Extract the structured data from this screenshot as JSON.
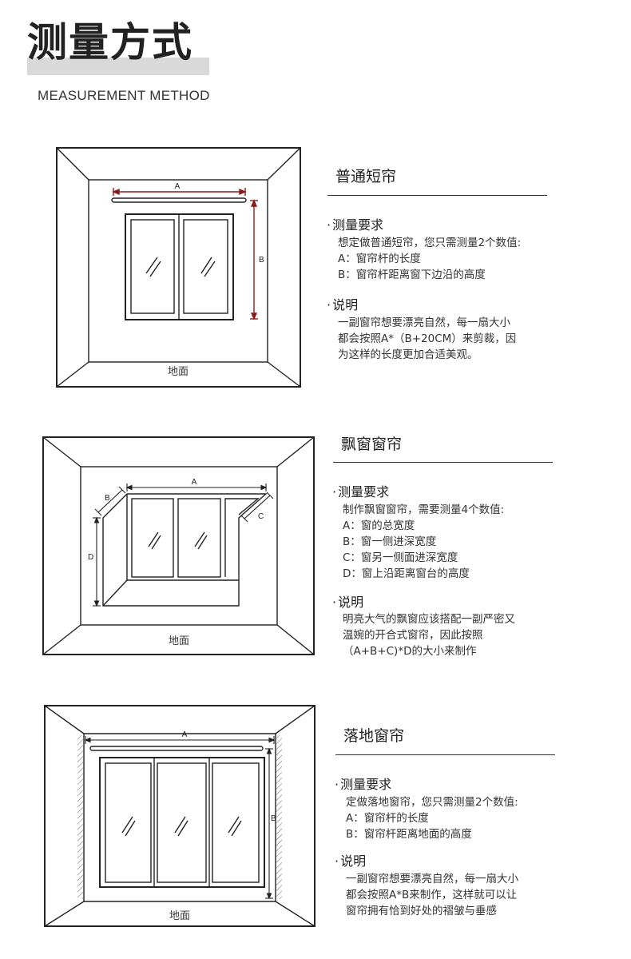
{
  "header": {
    "title": "测量方式",
    "subtitle": "MEASUREMENT METHOD"
  },
  "sections": [
    {
      "title": "普通短帘",
      "requirement_heading": "测量要求",
      "requirement_lines": [
        "想定做普通短帘，您只需测量2个数值:",
        "A：窗帘杆的长度",
        "B：窗帘杆距离窗下边沿的高度"
      ],
      "note_heading": "说明",
      "note_lines": [
        "一副窗帘想要漂亮自然，每一扇大小",
        "都会按照A*（B+20CM）来剪裁，因",
        "为这样的长度更加合适美观。"
      ],
      "diagram": {
        "floor_label": "地面",
        "label_a": "A",
        "label_b": "B"
      }
    },
    {
      "title": "飘窗窗帘",
      "requirement_heading": "测量要求",
      "requirement_lines": [
        "制作飘窗窗帘，需要测量4个数值:",
        "A：窗的总宽度",
        "B：窗一侧进深宽度",
        "C：窗另一侧面进深宽度",
        "D：窗上沿距离窗台的高度"
      ],
      "note_heading": "说明",
      "note_lines": [
        "明亮大气的飘窗应该搭配一副严密又",
        "温婉的开合式窗帘，因此按照",
        "（A+B+C)*D的大小来制作"
      ],
      "diagram": {
        "floor_label": "地面",
        "label_a": "A",
        "label_b": "B",
        "label_c": "C",
        "label_d": "D"
      }
    },
    {
      "title": "落地窗帘",
      "requirement_heading": "测量要求",
      "requirement_lines": [
        "定做落地窗帘，您只需测量2个数值:",
        "A：窗帘杆的长度",
        "B：窗帘杆距离地面的高度"
      ],
      "note_heading": "说明",
      "note_lines": [
        "一副窗帘想要漂亮自然，每一扇大小",
        "都会按照A*B来制作，这样就可以让",
        "窗帘拥有恰到好处的褶皱与垂感"
      ],
      "diagram": {
        "floor_label": "地面",
        "label_a": "A",
        "label_b": "B"
      }
    }
  ],
  "colors": {
    "dimension_line": "#8b1a1a",
    "stroke": "#222222"
  }
}
